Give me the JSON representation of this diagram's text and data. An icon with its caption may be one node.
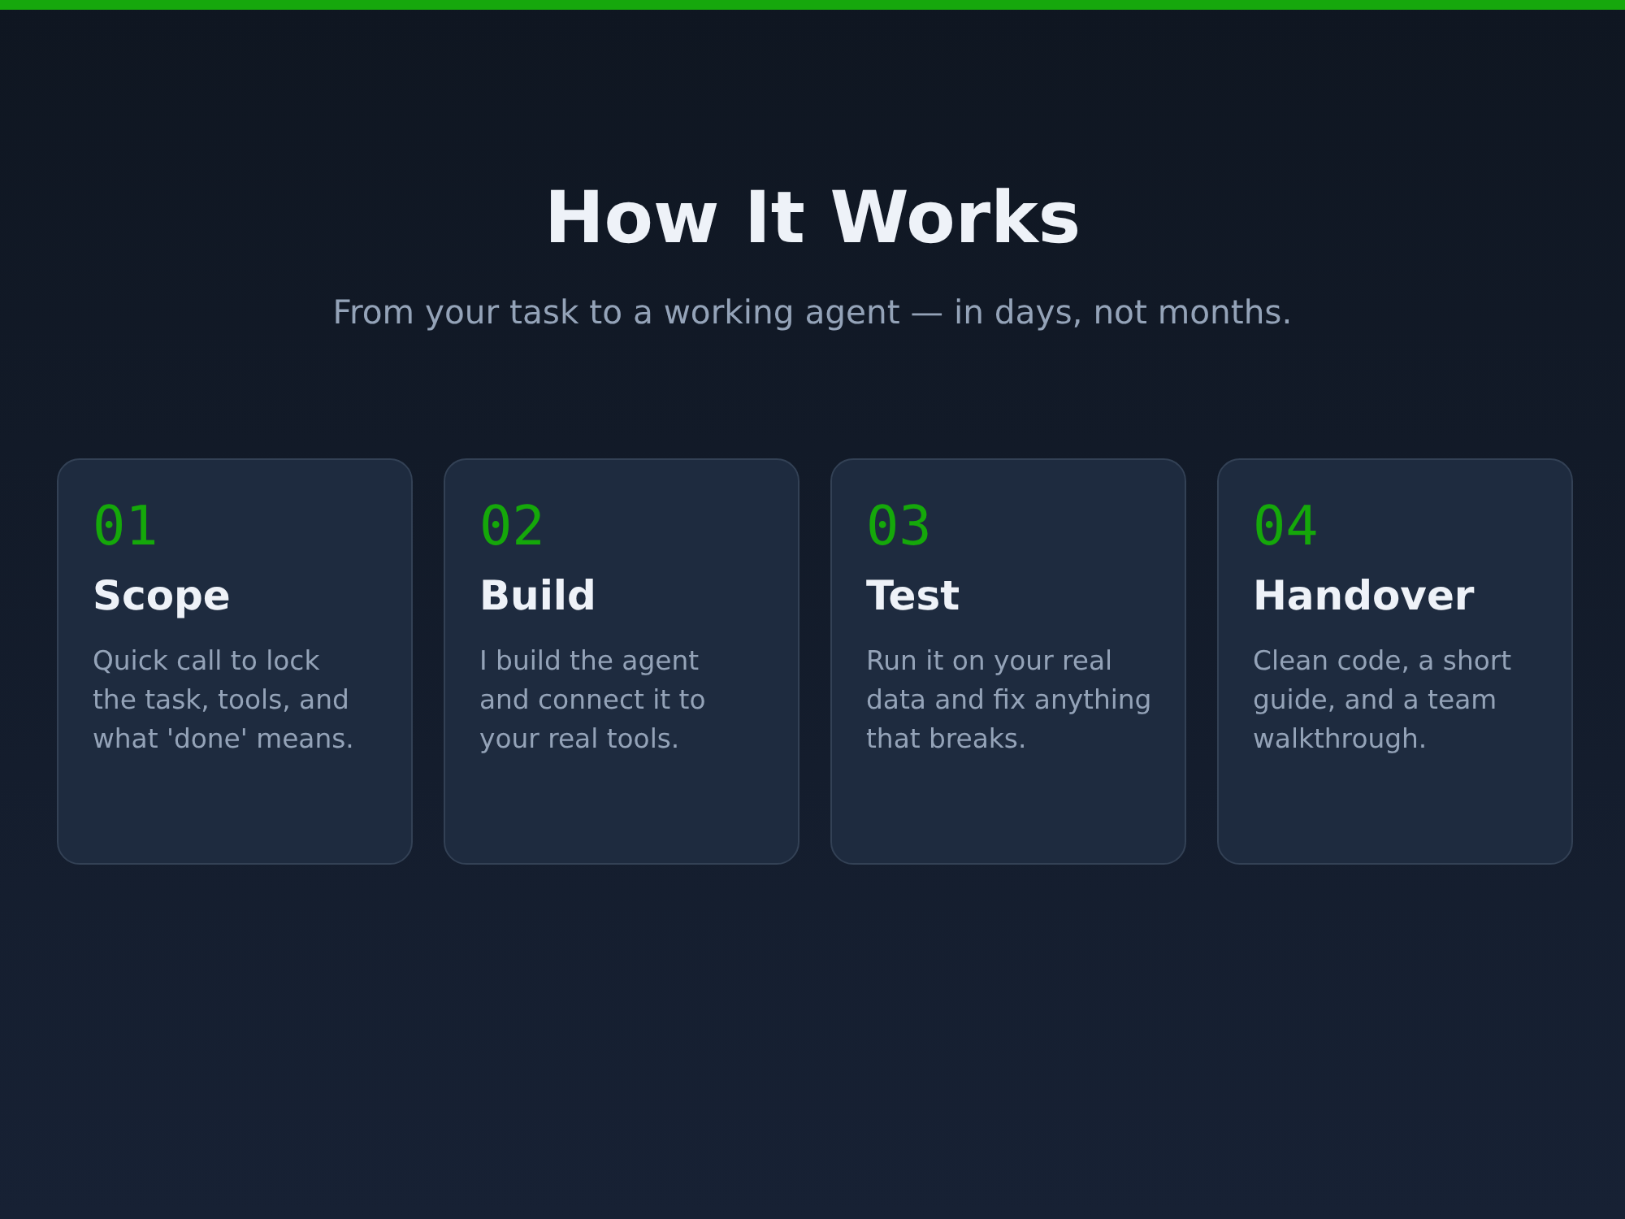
{
  "diagram": {
    "title": "How It Works",
    "nodes": [
      {
        "text": [
          "01",
          "Scope",
          "Quick call to lock the task, tools, and what 'done' means."
        ]
      },
      {
        "text": [
          "02",
          "Build",
          "I build the agent and connect it to your real tools."
        ]
      },
      {
        "text": [
          "03",
          "Test",
          "Run it on your real data and fix anything that breaks."
        ]
      },
      {
        "text": [
          "04",
          "Handover",
          "Clean code, a short guide, and a team walkthrough."
        ]
      }
    ],
    "labels": [
      "From your task to a working agent — in days, not months."
    ]
  }
}
